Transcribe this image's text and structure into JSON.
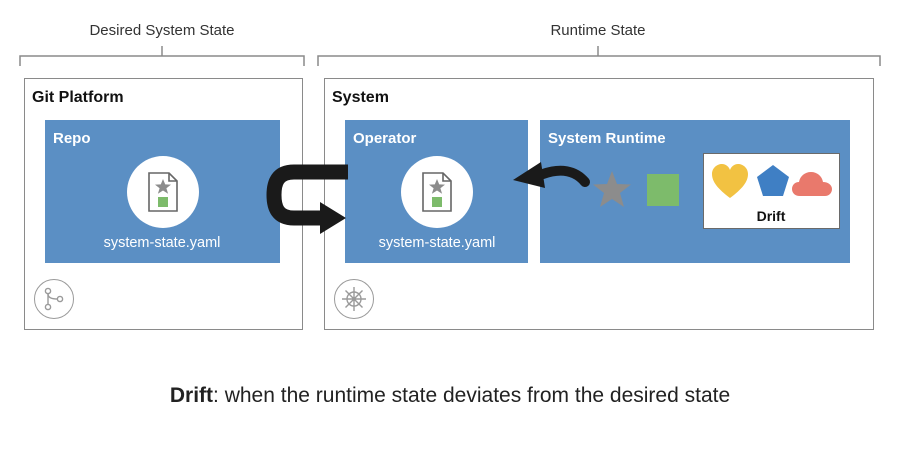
{
  "brackets": {
    "desired": "Desired System State",
    "runtime": "Runtime State"
  },
  "panels": {
    "git_platform": "Git Platform",
    "system": "System"
  },
  "boxes": {
    "repo": {
      "title": "Repo",
      "file": "system-state.yaml"
    },
    "operator": {
      "title": "Operator",
      "file": "system-state.yaml"
    },
    "system_runtime": {
      "title": "System Runtime"
    }
  },
  "drift_box_label": "Drift",
  "caption": {
    "term": "Drift",
    "definition": ": when the runtime state deviates from the desired state"
  },
  "colors": {
    "box_blue": "#5b8fc4",
    "star_gray": "#8c8c8c",
    "square_green": "#7dbb6b",
    "heart_yellow": "#f2c242",
    "pentagon_blue": "#3f7fc4",
    "cloud_red": "#e9796c"
  },
  "icons": {
    "file": "yaml-file-icon",
    "git": "git-branch-icon",
    "kubernetes": "helm-wheel-icon"
  }
}
